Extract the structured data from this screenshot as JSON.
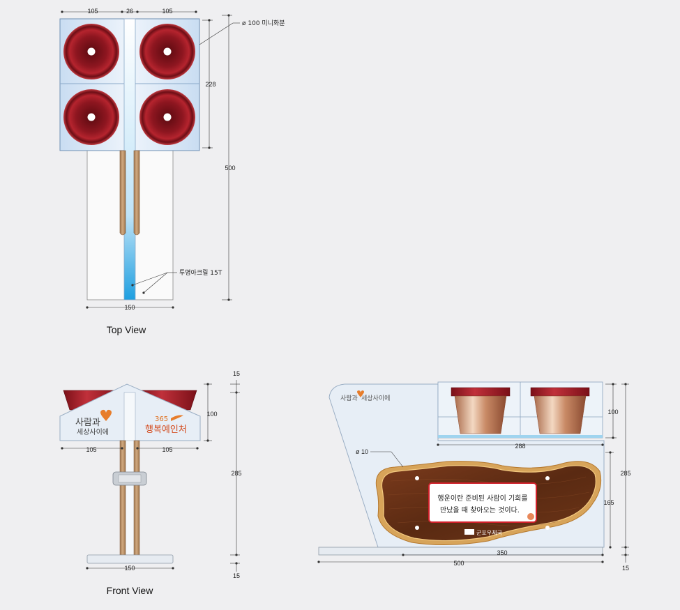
{
  "top_view": {
    "title": "Top View",
    "dims": {
      "left_w": "105",
      "gap": "26",
      "right_w": "105",
      "pot_h": "228",
      "total_h": "500",
      "base_w": "150"
    },
    "callout_pot": "ø 100 미니화분",
    "callout_acrylic": "투명아크릴 15T"
  },
  "front_view": {
    "title": "Front View",
    "dims": {
      "top_gap": "15",
      "pot_h": "100",
      "total_h": "285",
      "left_w": "105",
      "right_w": "105",
      "base_w": "150",
      "base_h": "15"
    },
    "logo_left_1": "사람과",
    "logo_left_2": "세상사이에",
    "logo_right_1": "365",
    "logo_right_2": "행복예인처"
  },
  "side_view": {
    "logo_1": "사람과",
    "logo_2": "세상사이에",
    "hole_label": "ø 10",
    "plaque_line1": "행운이란 준비된 사람이 기회를",
    "plaque_line2": "만났을 때 찾아오는 것이다.",
    "post_office": "군포우체국",
    "dims": {
      "pot_h": "100",
      "pot_w": "288",
      "total_h": "285",
      "plaque_h": "165",
      "inner_w": "350",
      "total_w": "500",
      "base_h": "15"
    }
  },
  "colors": {
    "pot_red": "#a01a25",
    "acrylic": "#d7e7f6",
    "wood": "#6a3418",
    "accent_blue": "#1e9fe0"
  }
}
